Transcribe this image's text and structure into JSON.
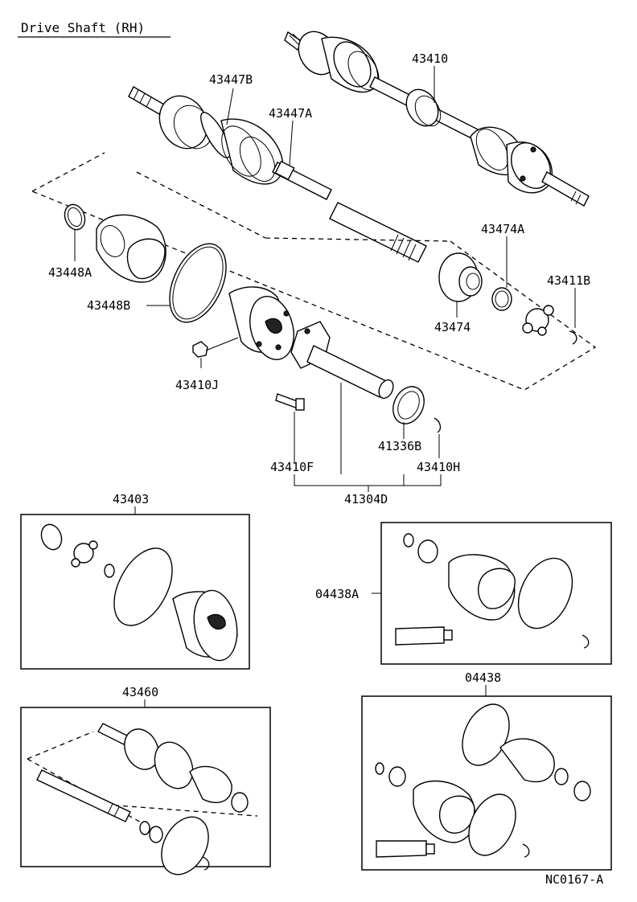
{
  "title": "Drive Shaft (RH)",
  "figure_code": "NC0167-A",
  "labels": {
    "p43410": "43410",
    "p43447B": "43447B",
    "p43447A": "43447A",
    "p43448A": "43448A",
    "p43448B": "43448B",
    "p43474A": "43474A",
    "p43411B": "43411B",
    "p43474": "43474",
    "p43410J": "43410J",
    "p41336B": "41336B",
    "p43410F": "43410F",
    "p43410H": "43410H",
    "p41304D": "41304D",
    "p43403": "43403",
    "p04438A": "04438A",
    "p43460": "43460",
    "p04438": "04438"
  }
}
